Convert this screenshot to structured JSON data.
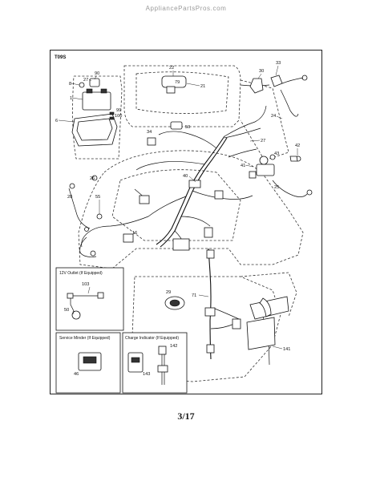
{
  "watermark": "AppliancePartsPros.com",
  "diagram_code": "T09S",
  "page_number": "3/17",
  "callouts": [
    "90",
    "27",
    "8",
    "1",
    "6",
    "99",
    "100",
    "22",
    "79",
    "21",
    "30",
    "33",
    "34",
    "50",
    "24",
    "27",
    "42",
    "43",
    "41",
    "25",
    "40",
    "26",
    "28",
    "55",
    "16",
    "29",
    "71",
    "141"
  ],
  "inset_12v": {
    "title": "12V Outlet (If Equipped)",
    "labels": [
      "103",
      "50"
    ]
  },
  "inset_service": {
    "title": "Service Minder (If Equipped)",
    "labels": [
      "46"
    ]
  },
  "inset_charge": {
    "title": "Charge Indicator (If Equipped)",
    "labels": [
      "142",
      "143"
    ]
  }
}
